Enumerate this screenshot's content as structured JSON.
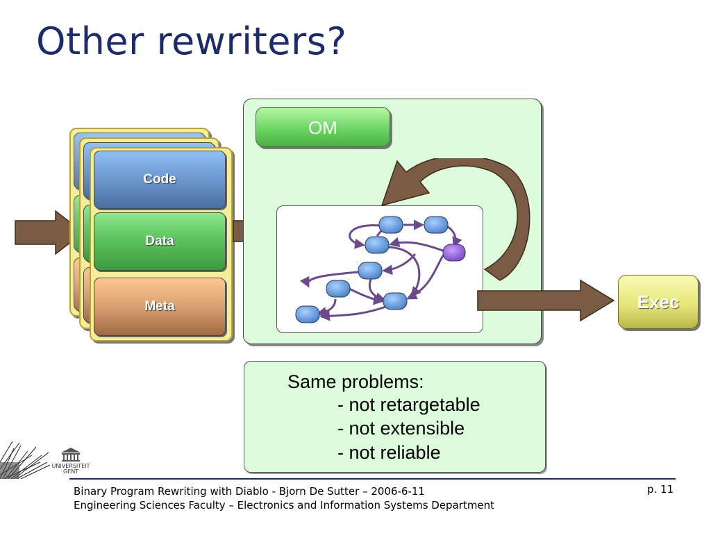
{
  "slide": {
    "title": "Other rewriters?"
  },
  "diagram": {
    "sections": {
      "code_label": "Code",
      "data_label": "Data",
      "meta_label": "Meta"
    },
    "om_label": "OM",
    "exec_label": "Exec",
    "problems": {
      "heading": "Same problems:",
      "items": [
        "- not retargetable",
        "- not extensible",
        "- not reliable"
      ]
    }
  },
  "footer": {
    "line1": "Binary Program Rewriting with Diablo - Bjorn De Sutter – 2006-6-11",
    "line2": "Engineering Sciences Faculty – Electronics and Information Systems Department",
    "page": "p. 11"
  },
  "logo": {
    "line1": "UNIVERSITEIT",
    "line2": "GENT"
  },
  "colors": {
    "title": "#1c2b6b",
    "arrow": "#7a5c44",
    "graph_edge": "#6a4a8a",
    "node_blue": "#6ea6e6",
    "node_purple": "#9a6ad8"
  }
}
